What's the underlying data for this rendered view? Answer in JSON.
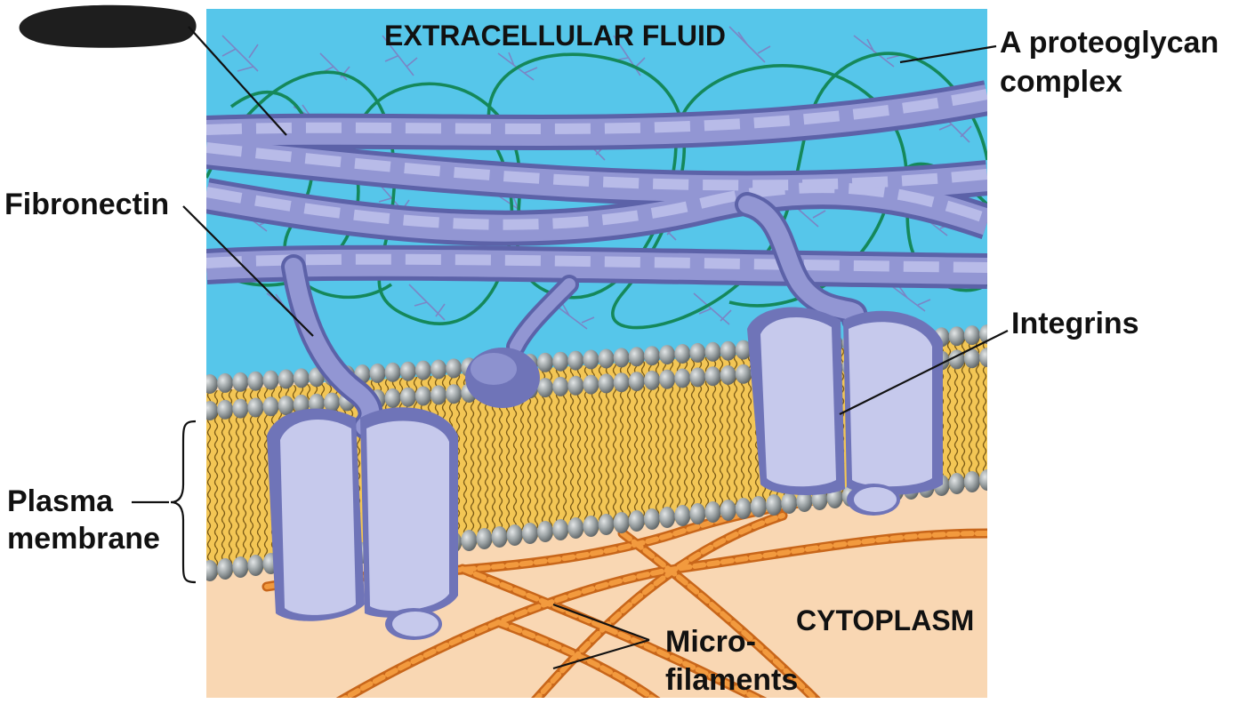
{
  "labels": {
    "extracellular_fluid": "EXTRACELLULAR FLUID",
    "proteoglycan_line1": "A proteoglycan",
    "proteoglycan_line2": "complex",
    "fibronectin": "Fibronectin",
    "integrins": "Integrins",
    "plasma_line1": "Plasma",
    "plasma_line2": "membrane",
    "cytoplasm": "CYTOPLASM",
    "micro_line1": "Micro-",
    "micro_line2": "filaments"
  },
  "colors": {
    "extracellular": "#56c6ea",
    "cytoplasm": "#f9d7b3",
    "collagen": "#8a8fcb",
    "proteoglycan_core": "#15885a",
    "lipid_head": "#8e9597",
    "lipid_tail": "#f0c050",
    "integrin": "#c6c9ec",
    "microfilament": "#e8872c",
    "redaction": "#1e1e1e"
  }
}
